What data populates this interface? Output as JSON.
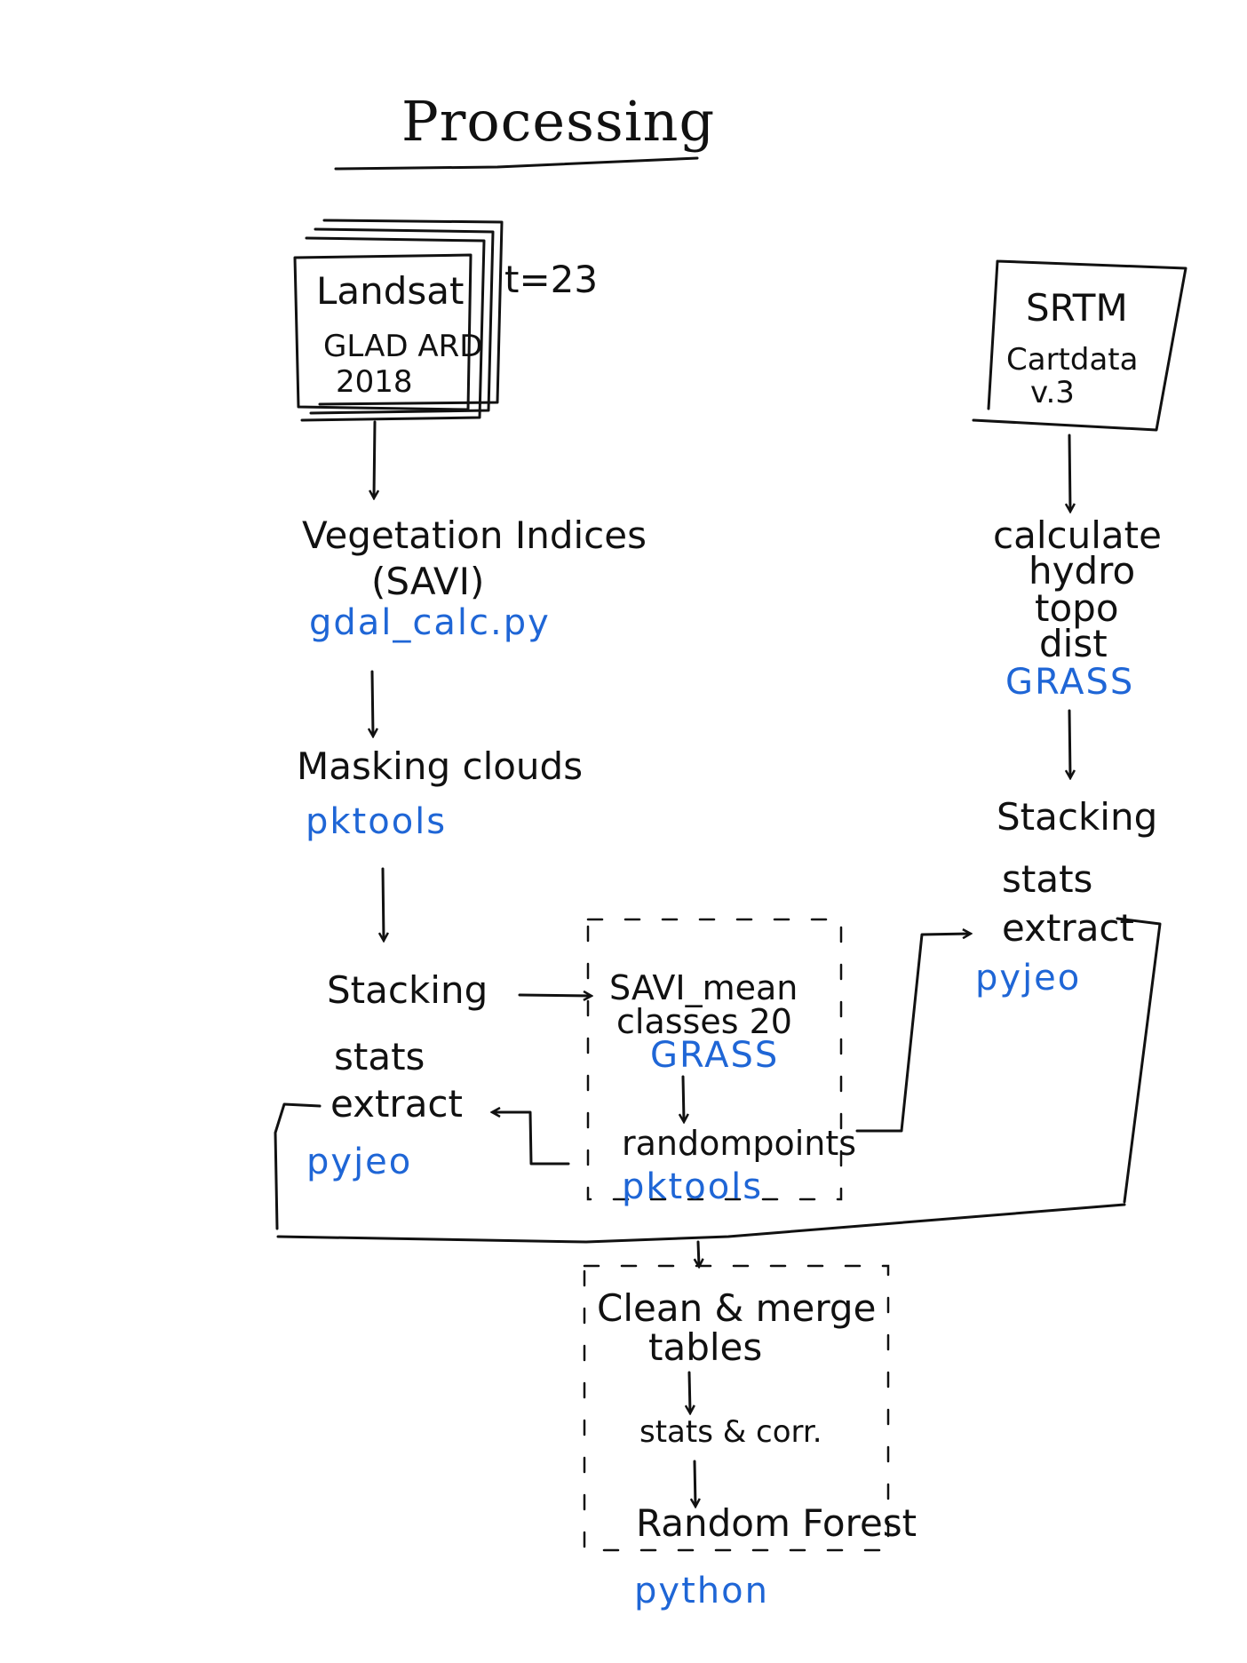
{
  "title": "Processing",
  "landsat": {
    "line1": "Landsat",
    "line2": "GLAD ARD",
    "line3": "2018",
    "count": "t=23"
  },
  "srtm": {
    "line1": "SRTM",
    "line2": "Cartdata",
    "line3": "v.3"
  },
  "left": {
    "veg_line1": "Vegetation Indices",
    "veg_line2": "(SAVI)",
    "veg_tool": "gdal_calc.py",
    "mask_label": "Masking clouds",
    "mask_tool": "pktools",
    "stack_line1": "Stacking",
    "stack_line2": "stats",
    "stack_line3": "extract",
    "stack_tool": "pyjeo"
  },
  "middle": {
    "savi_line1": "SAVI_mean",
    "savi_line2": "classes 20",
    "savi_tool": "GRASS",
    "random_label": "randompoints",
    "random_tool": "pktools"
  },
  "right": {
    "calc_line1": "calculate",
    "calc_line2": "hydro",
    "calc_line3": "topo",
    "calc_line4": "dist",
    "calc_tool": "GRASS",
    "stack_line1": "Stacking",
    "stack_line2": "stats",
    "stack_line3": "extract",
    "stack_tool": "pyjeo"
  },
  "bottom": {
    "clean_line1": "Clean & merge",
    "clean_line2": "tables",
    "stats_label": "stats & corr.",
    "rf_label": "Random Forest",
    "tool": "python"
  },
  "colors": {
    "ink": "#111111",
    "tool_blue": "#1f66d6"
  }
}
